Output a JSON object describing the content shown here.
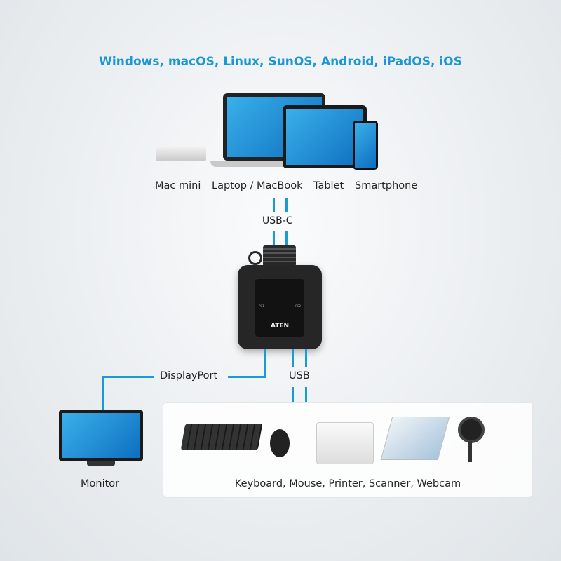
{
  "title": "Windows, macOS, Linux, SunOS, Android, iPadOS, iOS",
  "sources": [
    "Mac mini",
    "Laptop / MacBook",
    "Tablet",
    "Smartphone"
  ],
  "usbc_label": "USB-C",
  "device": {
    "brand": "ATEN",
    "port1": "PC1",
    "port2": "PC2"
  },
  "displayport_label": "DisplayPort",
  "usb_label": "USB",
  "monitor_label": "Monitor",
  "peripherals_label": "Keyboard, Mouse, Printer, Scanner, Webcam",
  "colors": {
    "accent": "#1a9ad6"
  }
}
